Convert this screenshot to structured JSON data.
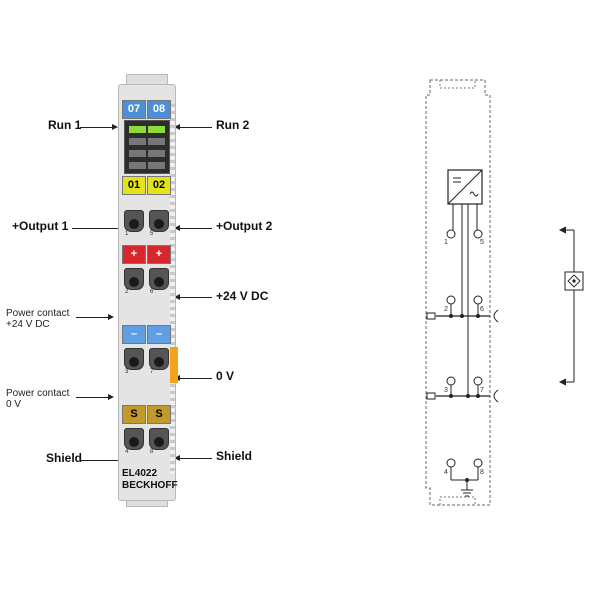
{
  "labels": {
    "run1": "Run 1",
    "run2": "Run 2",
    "output1": "+Output 1",
    "output2": "+Output 2",
    "v24": "+24 V DC",
    "pc24": "Power contact\n+24 V DC",
    "v0": "0 V",
    "pc0": "Power contact\n0 V",
    "shield_left": "Shield",
    "shield_right": "Shield"
  },
  "module": {
    "led_top": [
      "07",
      "08"
    ],
    "output_tags": [
      "01",
      "02"
    ],
    "plus_tags": [
      "+",
      "+"
    ],
    "minus_tags": [
      "–",
      "–"
    ],
    "shield_tags": [
      "S",
      "S"
    ],
    "model": "EL4022",
    "brand": "BECKHOFF",
    "pins_left": [
      "1",
      "2",
      "3",
      "4"
    ],
    "pins_right": [
      "5",
      "6",
      "7",
      "8"
    ]
  },
  "schematic": {
    "terminals": [
      "1",
      "5",
      "2",
      "6",
      "3",
      "7",
      "4",
      "8"
    ]
  },
  "colors": {
    "blue": "#4a8fd8",
    "yellow": "#e6e21a",
    "red": "#d7262e",
    "ochre": "#c29a2a",
    "orange": "#f2a21c",
    "led_green": "#8ddb3a"
  }
}
